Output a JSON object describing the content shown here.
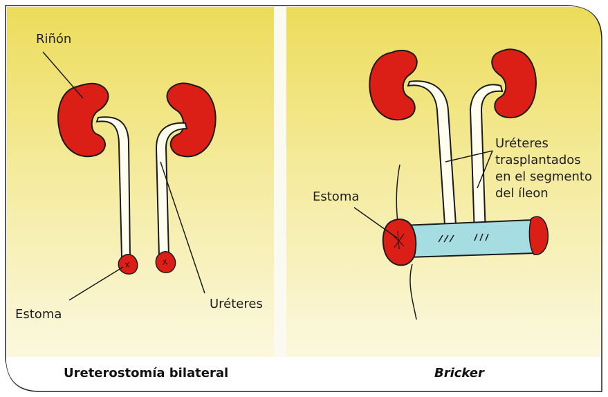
{
  "left_panel": {
    "labels": {
      "kidney": "Riñón",
      "stoma": "Estoma",
      "ureters": "Uréteres"
    },
    "caption": "Ureterostomía bilateral"
  },
  "right_panel": {
    "labels": {
      "stoma": "Estoma",
      "ureters_line1": "Uréteres",
      "ureters_line2": "trasplantados",
      "ureters_line3": "en el segmento",
      "ureters_line4": "del íleon"
    },
    "caption": "Bricker"
  },
  "colors": {
    "background_top": "#ecdc5a",
    "background_bottom": "#fbf8df",
    "kidney": "#dc1f16",
    "ileum_segment": "#a6dde3",
    "ureter": "#fffdee",
    "outline": "#1a1a1a"
  }
}
